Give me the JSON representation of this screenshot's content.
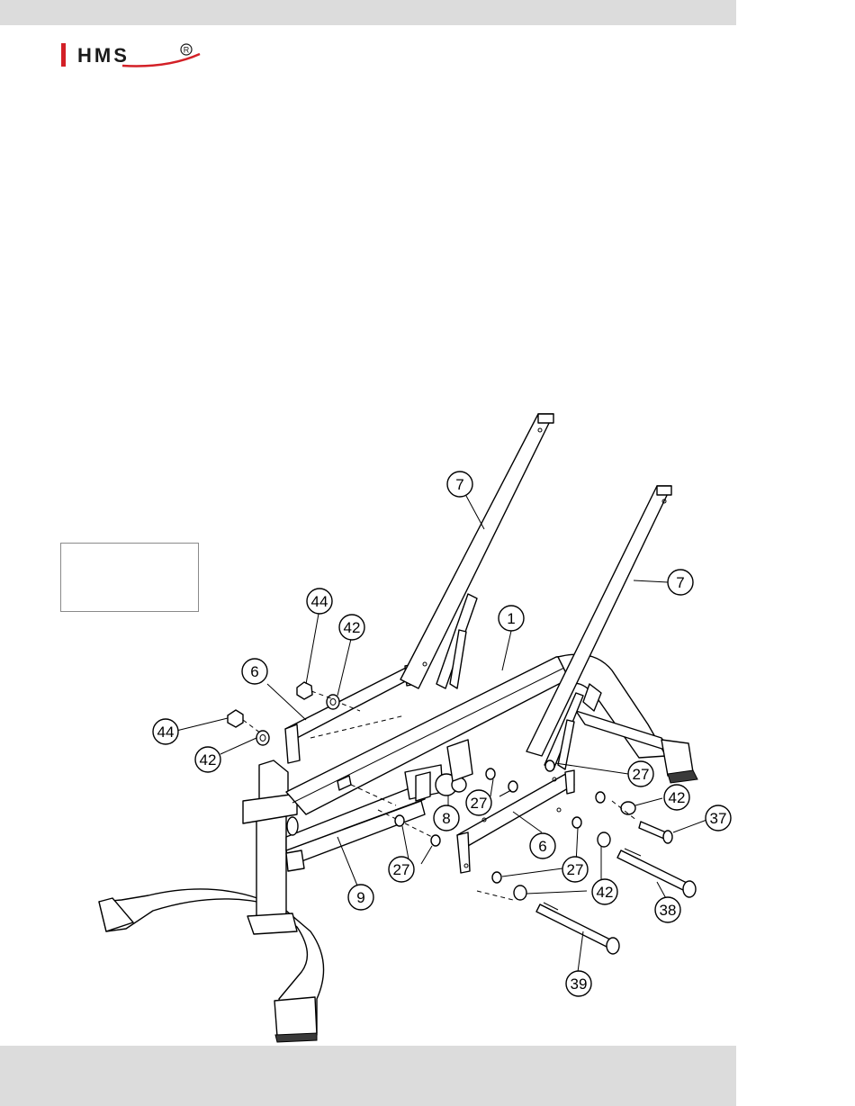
{
  "header": {
    "logo": {
      "brand_text": "HMS",
      "registered_mark": "R",
      "accent_color": "#d32027",
      "text_color": "#1a1a1a"
    }
  },
  "colors": {
    "bar_gray": "#dcdcdc",
    "line": "#000000"
  },
  "diagram": {
    "callouts": [
      {
        "id": "c-7a",
        "label": "7"
      },
      {
        "id": "c-7b",
        "label": "7"
      },
      {
        "id": "c-1",
        "label": "1"
      },
      {
        "id": "c-44a",
        "label": "44"
      },
      {
        "id": "c-42a",
        "label": "42"
      },
      {
        "id": "c-6a",
        "label": "6"
      },
      {
        "id": "c-44b",
        "label": "44"
      },
      {
        "id": "c-42b",
        "label": "42"
      },
      {
        "id": "c-27a",
        "label": "27"
      },
      {
        "id": "c-27b",
        "label": "27"
      },
      {
        "id": "c-42c",
        "label": "42"
      },
      {
        "id": "c-37",
        "label": "37"
      },
      {
        "id": "c-8",
        "label": "8"
      },
      {
        "id": "c-6b",
        "label": "6"
      },
      {
        "id": "c-27c",
        "label": "27"
      },
      {
        "id": "c-9",
        "label": "9"
      },
      {
        "id": "c-27d",
        "label": "27"
      },
      {
        "id": "c-42d",
        "label": "42"
      },
      {
        "id": "c-38",
        "label": "38"
      },
      {
        "id": "c-39",
        "label": "39"
      }
    ]
  }
}
